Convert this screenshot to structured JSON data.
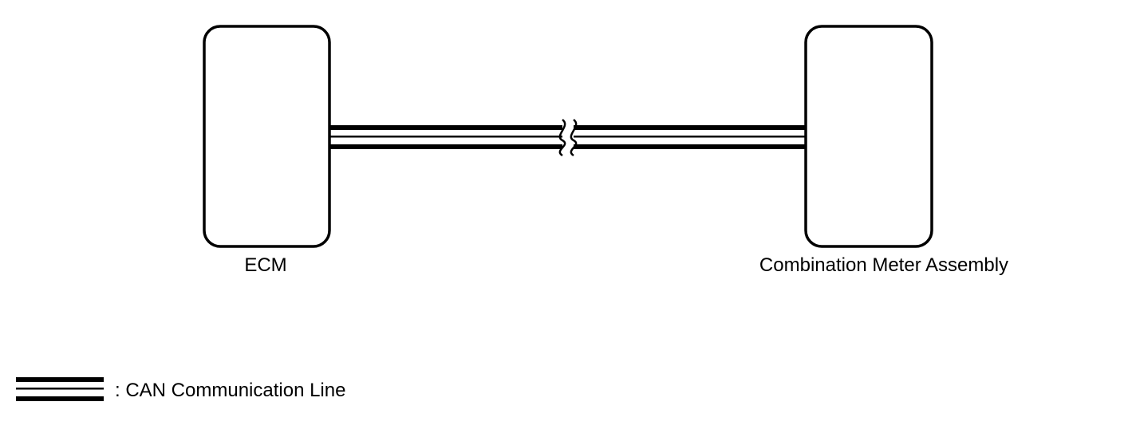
{
  "diagram": {
    "nodes": [
      {
        "id": "ecm",
        "label": "ECM"
      },
      {
        "id": "meter",
        "label": "Combination Meter Assembly"
      }
    ],
    "connection": {
      "from": "ecm",
      "to": "meter",
      "type": "CAN Communication Line",
      "broken": true
    },
    "legend": {
      "text": ": CAN Communication Line"
    }
  },
  "colors": {
    "stroke": "#000000",
    "background": "#ffffff"
  }
}
